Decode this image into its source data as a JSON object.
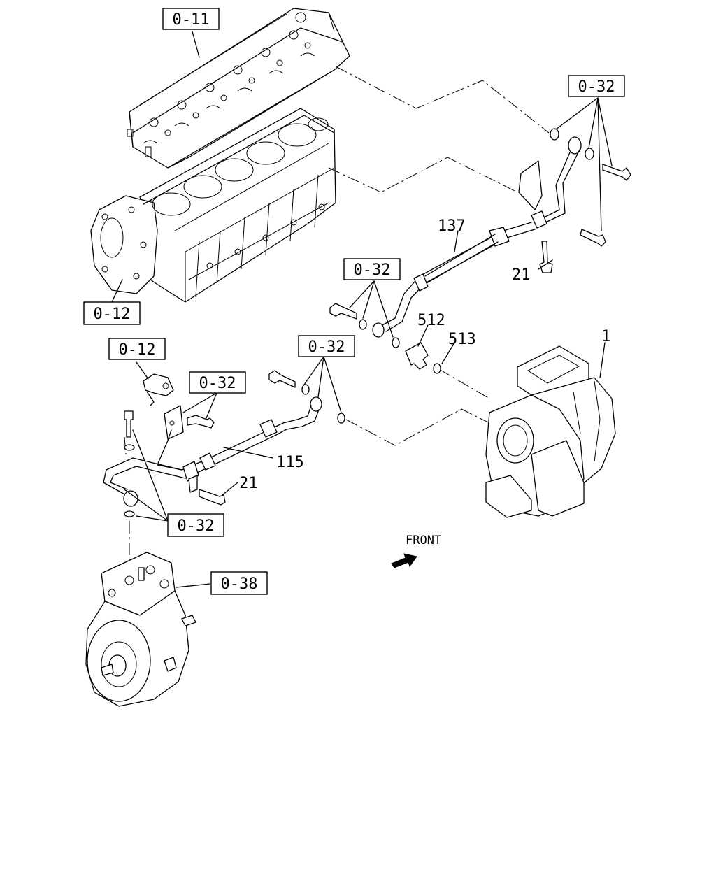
{
  "references": {
    "cylinder_head": "0-11",
    "cylinder_block": "0-12",
    "block_fitting": "0-12",
    "fasteners_upper_right": "0-32",
    "fasteners_mid": "0-32",
    "fasteners_center": "0-32",
    "fasteners_bracket": "0-32",
    "fasteners_lower_left": "0-32",
    "air_compressor": "0-38"
  },
  "parts": {
    "pipe_upper": "137",
    "pipe_lower": "115",
    "bolt_upper": "21",
    "bolt_lower": "21",
    "adapter": "512",
    "washer": "513",
    "turbocharger": "1"
  },
  "direction_label": "FRONT"
}
